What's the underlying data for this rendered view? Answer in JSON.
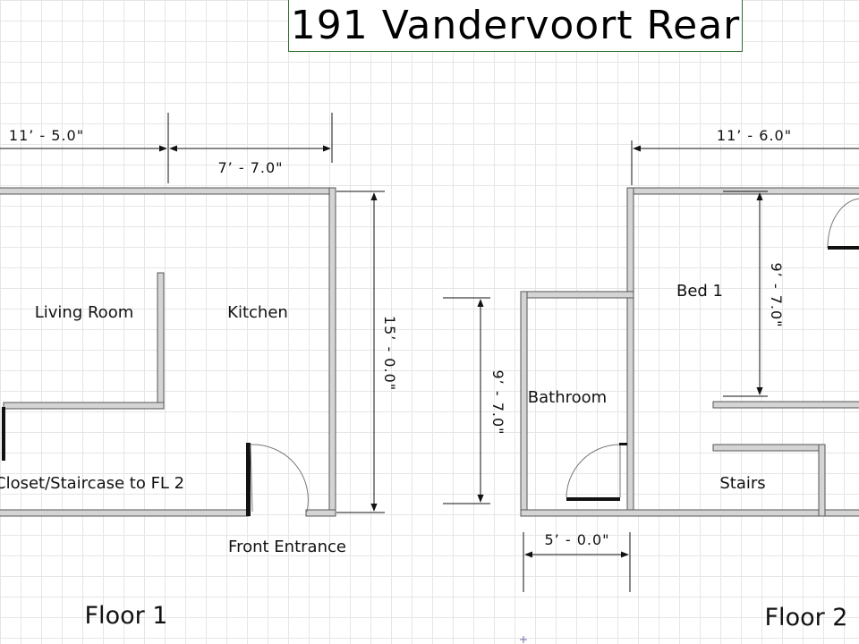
{
  "title": "191 Vandervoort Rear",
  "floor1": {
    "label": "Floor 1",
    "rooms": {
      "living_room": "Living Room",
      "kitchen": "Kitchen",
      "closet": "Closet/Staircase to FL 2",
      "front_entrance": "Front Entrance"
    },
    "dims": {
      "width_left": "11’ - 5.0\"",
      "width_right": "7’ - 7.0\"",
      "height": "15’ - 0.0\""
    }
  },
  "floor2": {
    "label": "Floor 2",
    "rooms": {
      "bed1": "Bed 1",
      "bathroom": "Bathroom",
      "stairs": "Stairs"
    },
    "dims": {
      "width_top": "11’ - 6.0\"",
      "bed_height": "9’ - 7.0\"",
      "bath_height": "9’ - 7.0\"",
      "bath_width": "5’ - 0.0\""
    }
  },
  "colors": {
    "wall_fill": "#d4d4d4",
    "wall_edge": "#555555",
    "title_border": "#2f6b2f"
  }
}
